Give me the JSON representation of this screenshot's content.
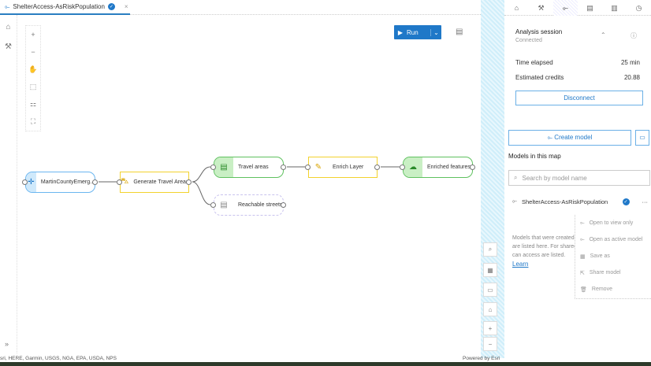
{
  "tab": {
    "title": "ShelterAccess-AsRiskPopulation",
    "close": "×"
  },
  "toolbar": {
    "run_label": "Run"
  },
  "nodes": {
    "input": "MartinCountyEmerg...",
    "generate": "Generate Travel Areas",
    "travel": "Travel areas",
    "streets": "Reachable streets",
    "enrich": "Enrich Layer",
    "enriched": "Enriched features"
  },
  "session": {
    "title": "Analysis session",
    "status": "Connected",
    "time_label": "Time elapsed",
    "time_value": "25 min",
    "credits_label": "Estimated credits",
    "credits_value": "20.88",
    "disconnect": "Disconnect"
  },
  "models": {
    "create": "Create model",
    "heading": "Models in this map",
    "search_placeholder": "Search by model name",
    "item": "ShelterAccess-AsRiskPopulation",
    "more": "···",
    "note1": "Models that were created t",
    "note2": "are listed here. For shared",
    "note3": "can access are listed.",
    "learn": "Learn"
  },
  "menu": [
    "Open to view only",
    "Open as active model",
    "Save as",
    "Share model",
    "Remove"
  ],
  "footer": {
    "attribution": "sri, HERE, Garmin, USGS, NGA, EPA, USDA, NPS",
    "powered": "Powered by Esri",
    "expand": "»"
  }
}
